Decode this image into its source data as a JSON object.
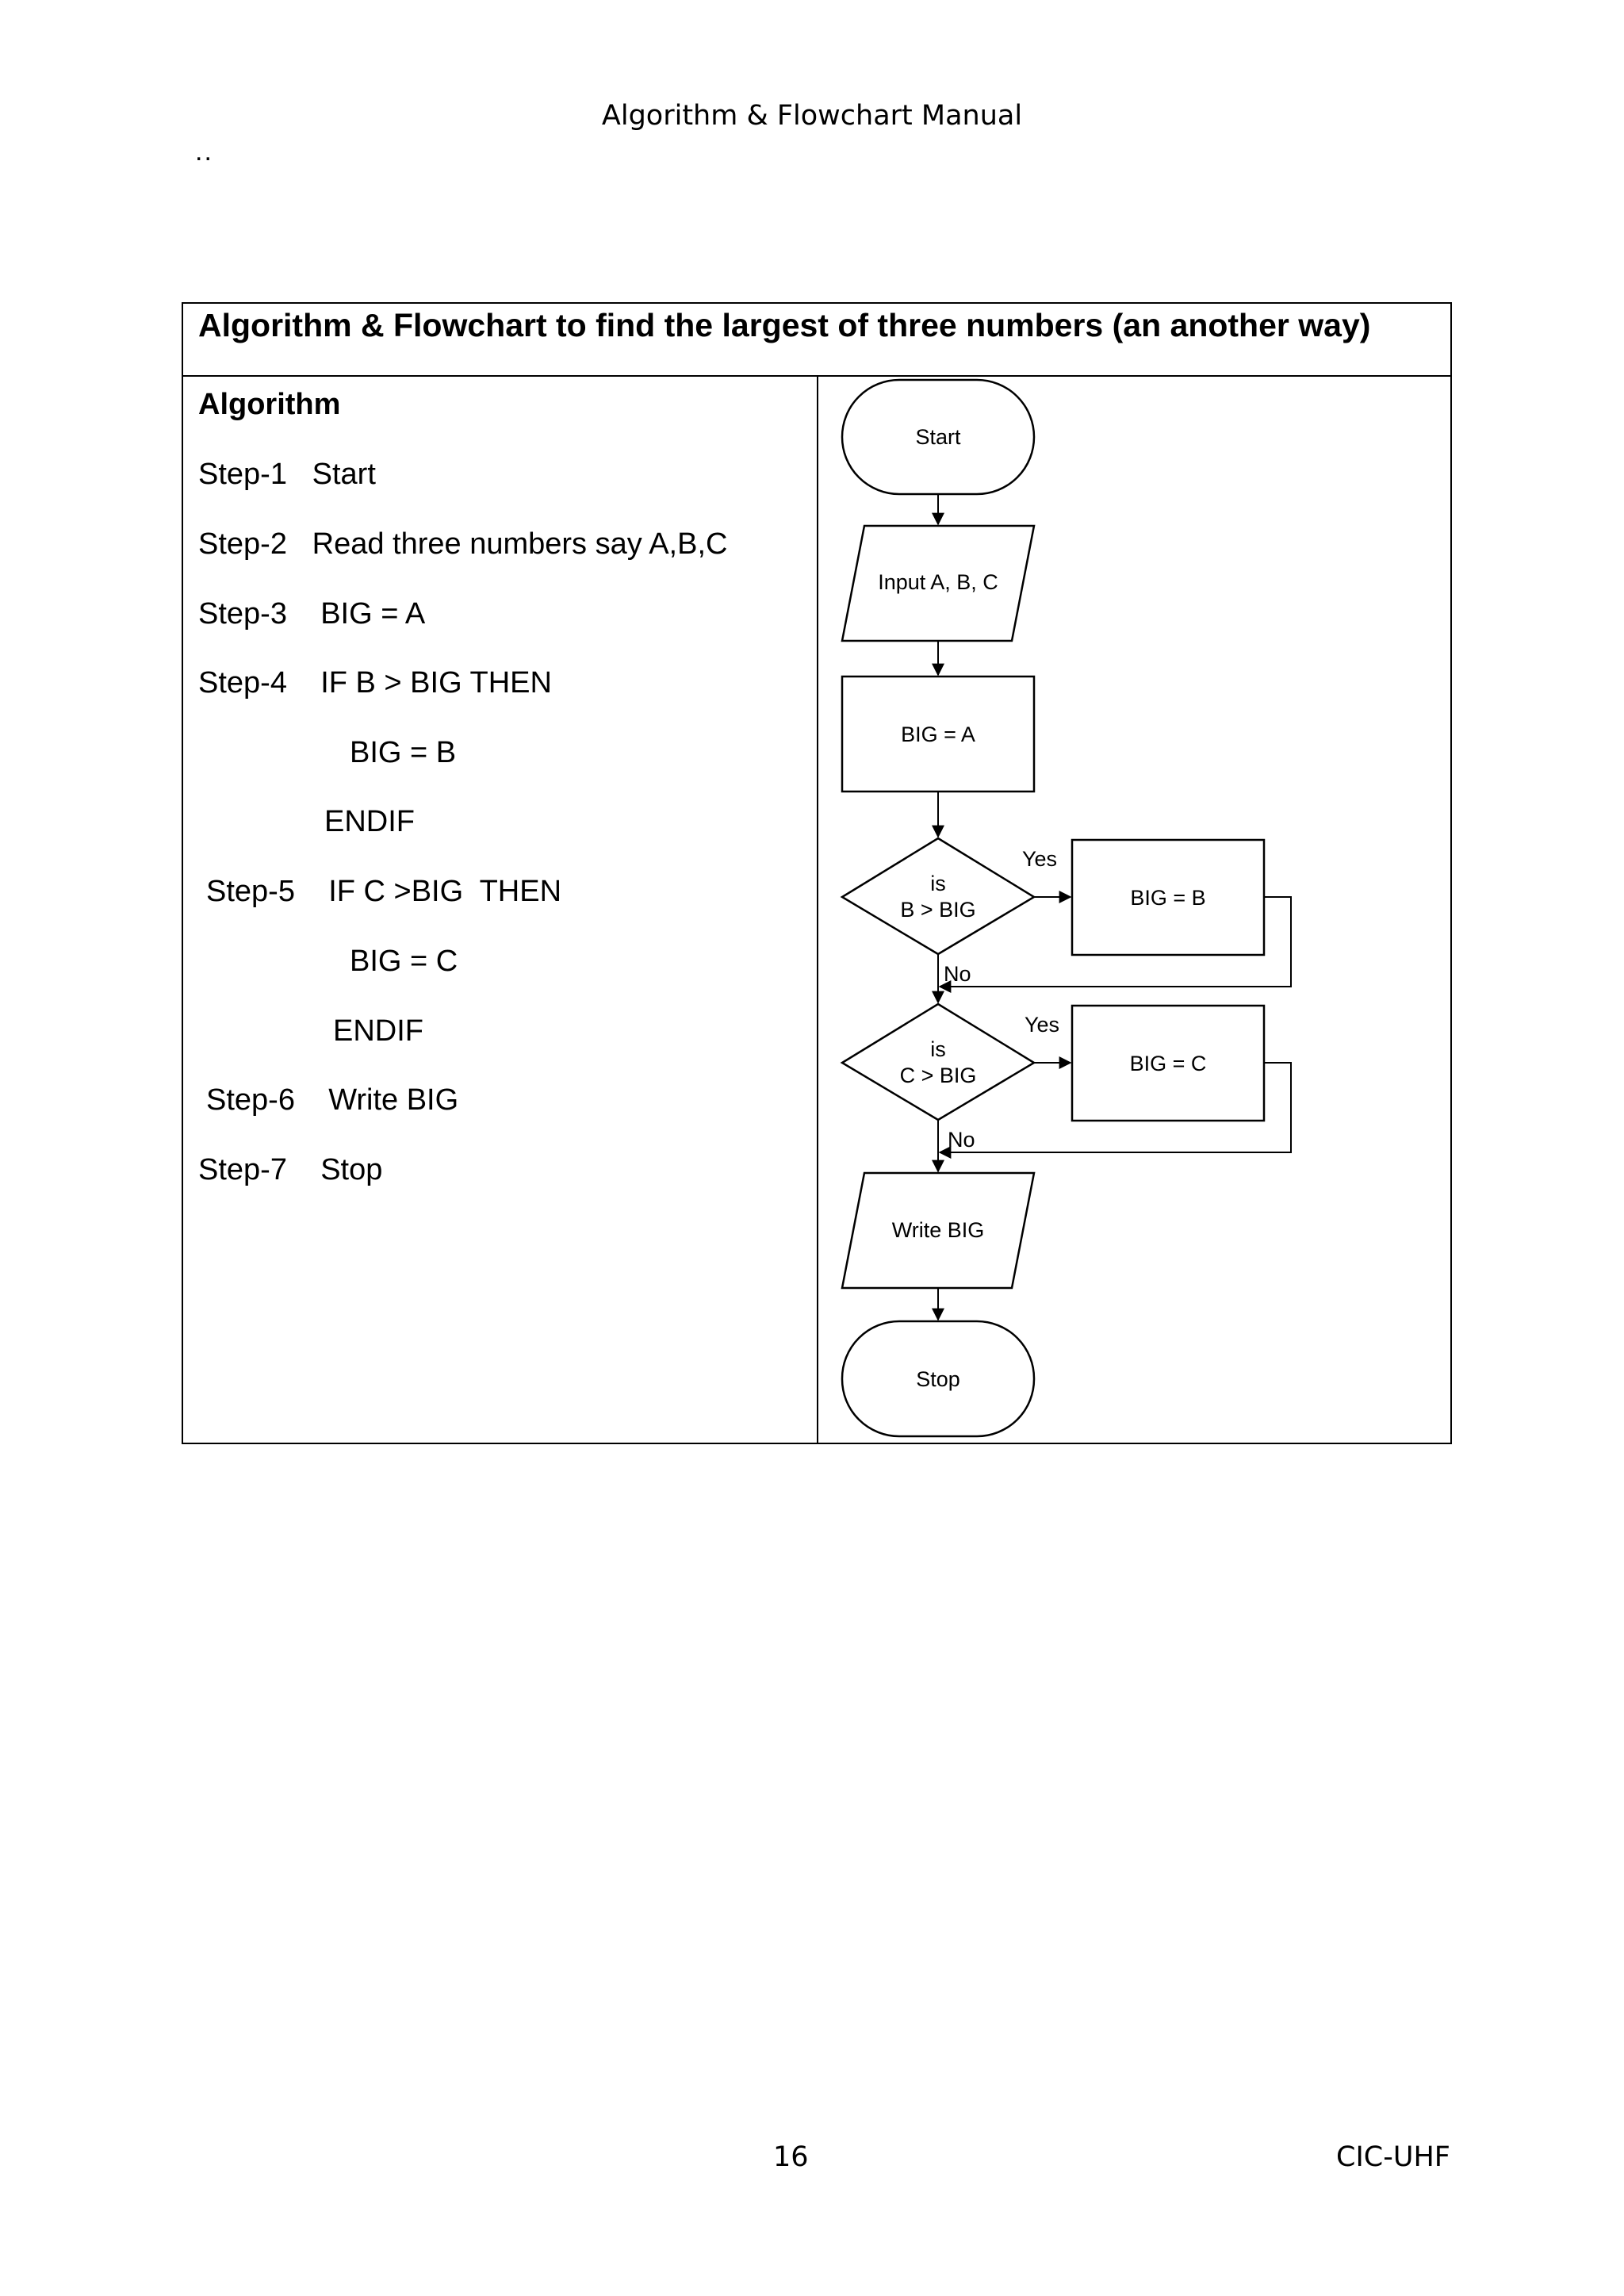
{
  "header": {
    "title": "Algorithm & Flowchart Manual",
    "dots": ".."
  },
  "box": {
    "title": "Algorithm & Flowchart to find the largest of three  numbers (an another way)",
    "algorithm": {
      "heading": "Algorithm",
      "lines": [
        "Step-1   Start",
        "Step-2   Read three numbers say A,B,C",
        "Step-3    BIG = A",
        "Step-4    IF B > BIG THEN",
        "BIG = B",
        "ENDIF",
        "Step-5    IF C >BIG  THEN",
        "BIG = C",
        "ENDIF",
        "Step-6    Write BIG",
        "Step-7    Stop"
      ]
    },
    "flowchart": {
      "start": "Start",
      "input": "Input A, B, C",
      "assign": "BIG = A",
      "decision1": {
        "line1": "is",
        "line2": "B > BIG"
      },
      "yes1": "Yes",
      "action1": "BIG = B",
      "no1": "No",
      "decision2": {
        "line1": "is",
        "line2": "C > BIG"
      },
      "yes2": "Yes",
      "action2": "BIG = C",
      "no2": "No",
      "output": "Write BIG",
      "stop": "Stop"
    }
  },
  "footer": {
    "page_number": "16",
    "org": "CIC-UHF"
  }
}
